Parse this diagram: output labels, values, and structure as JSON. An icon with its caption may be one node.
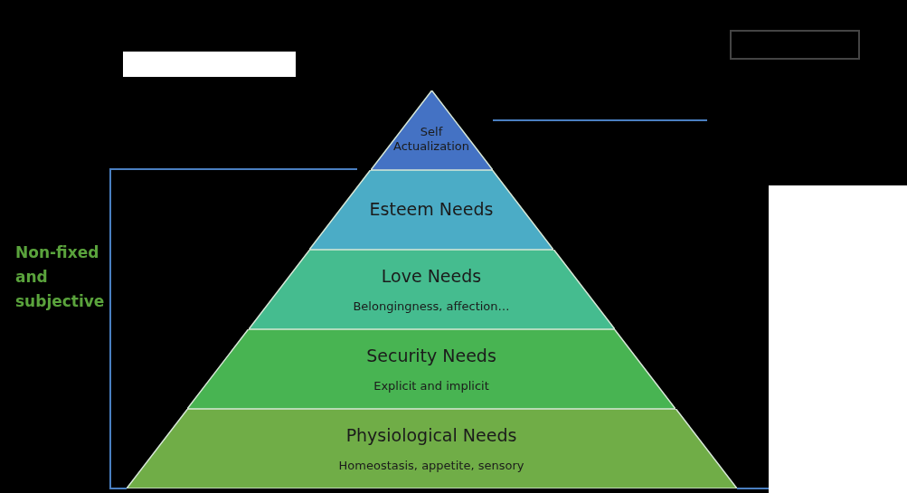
{
  "diagram": {
    "nodes": [
      {
        "text": [
          "Self Actualization"
        ]
      },
      {
        "text": [
          "Esteem Needs"
        ]
      },
      {
        "text": [
          "Love Needs",
          "Belongingness, affection…"
        ]
      },
      {
        "text": [
          "Security Needs",
          "Explicit and implicit"
        ]
      },
      {
        "text": [
          "Physiological Needs",
          "Homeostasis, appetite, sensory"
        ]
      }
    ],
    "labels": [
      "Non-fixed and subjective"
    ]
  }
}
